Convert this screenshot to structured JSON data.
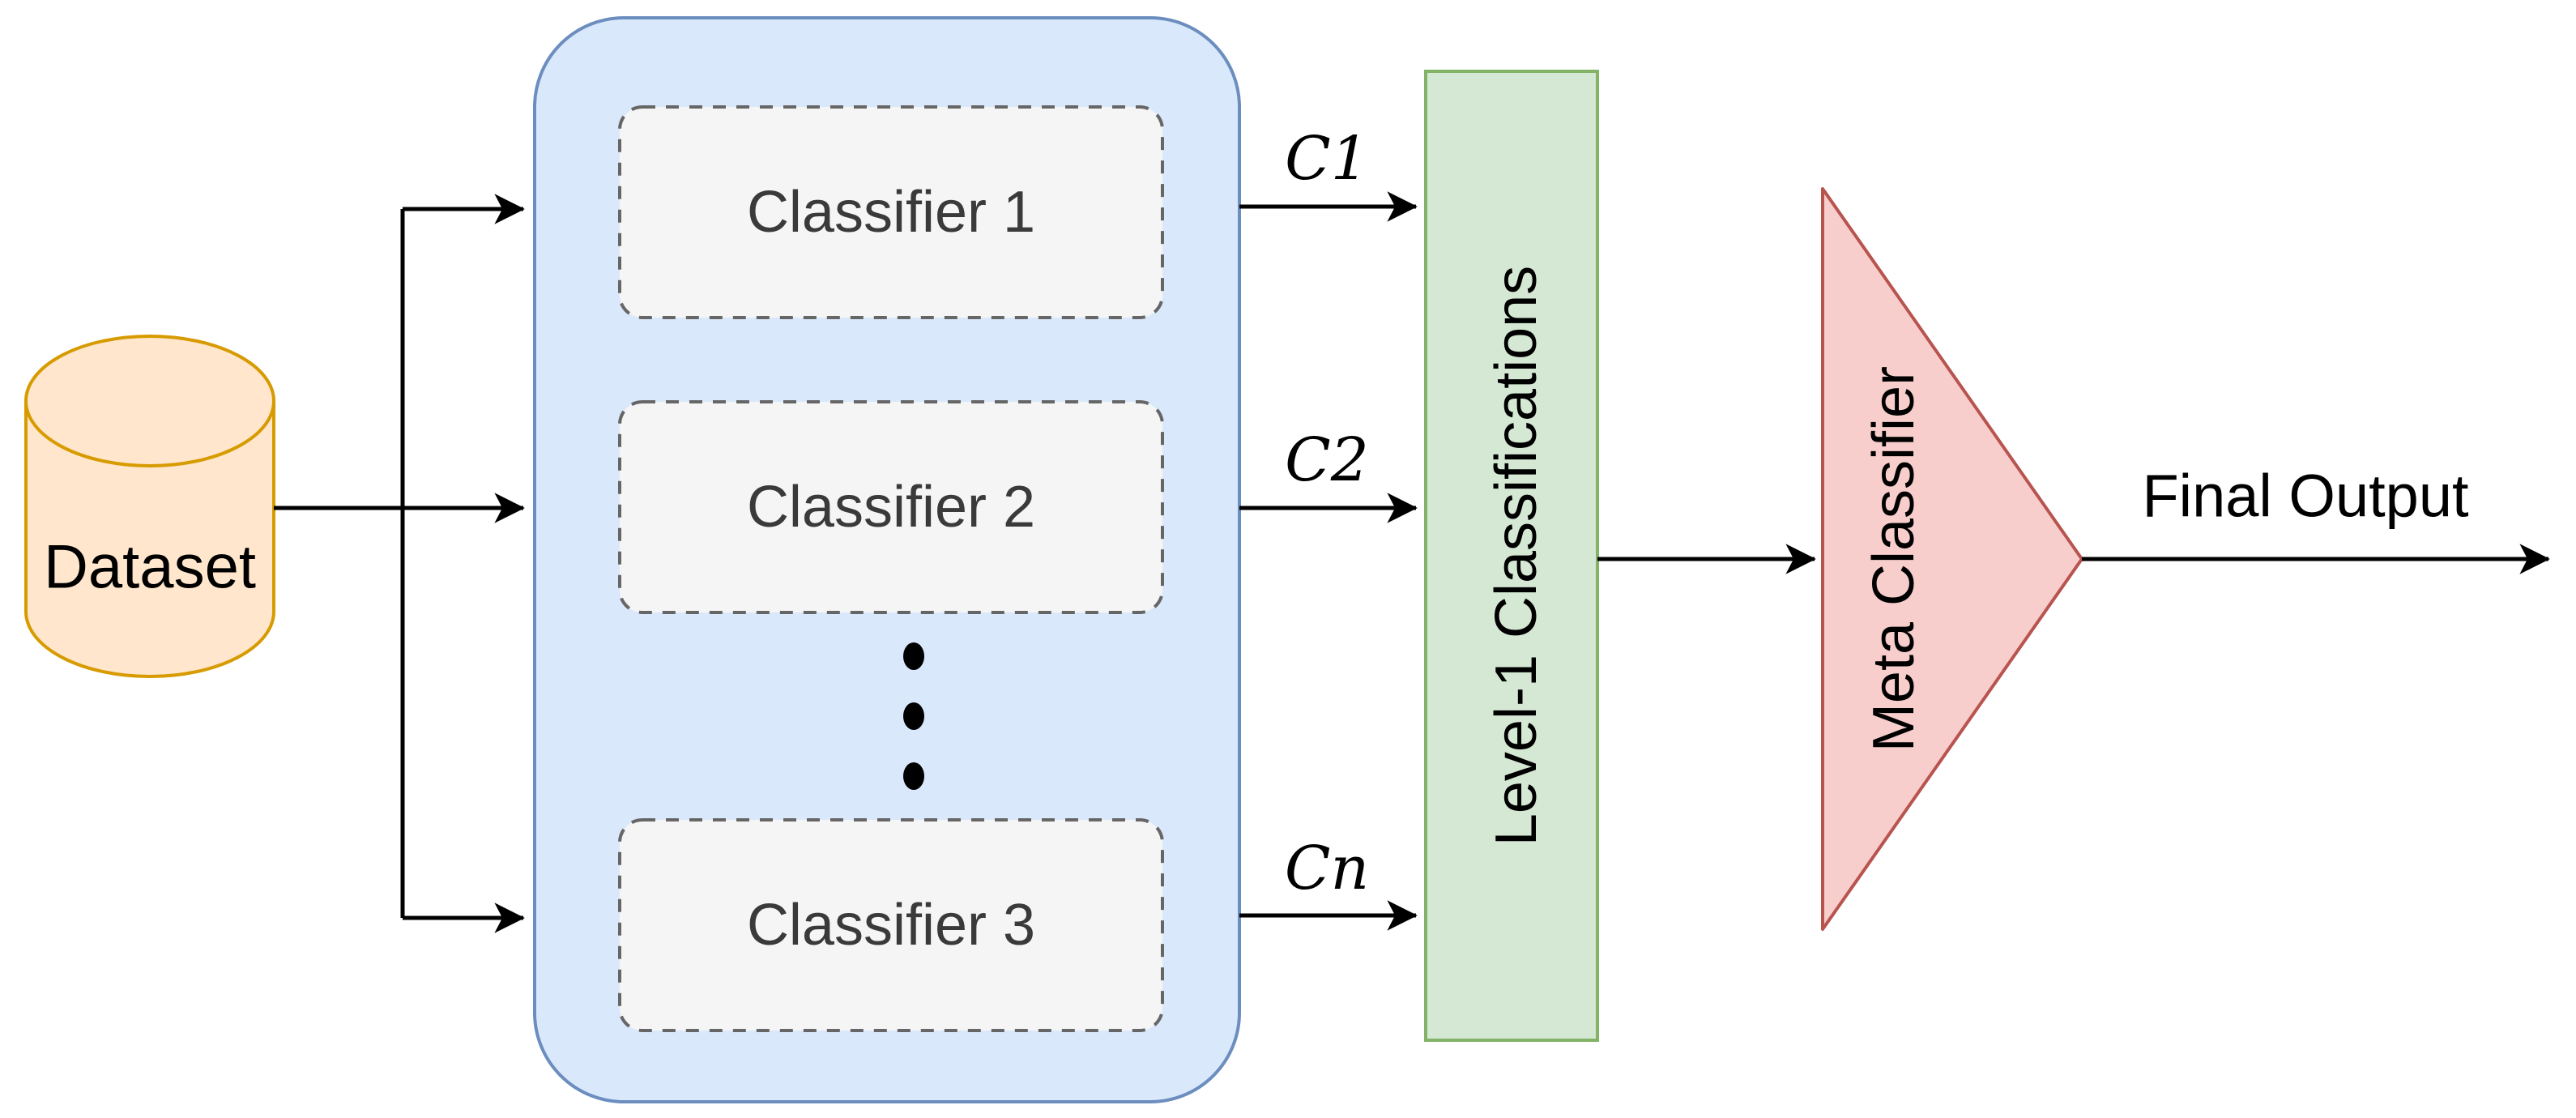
{
  "diagram": {
    "background_color": "#ffffff",
    "line_color": "#000000",
    "dataset": {
      "label": "Dataset",
      "fill": "#ffe6cc",
      "stroke": "#d79b00",
      "text_color": "#000000"
    },
    "ensemble_container": {
      "fill": "#dae8fc",
      "stroke": "#6c8ebf"
    },
    "classifier_box": {
      "fill": "#f5f5f5",
      "stroke": "#666666",
      "text_color": "#3a3a3a"
    },
    "classifiers": [
      {
        "label": "Classifier 1"
      },
      {
        "label": "Classifier 2"
      },
      {
        "label": "Classifier 3"
      }
    ],
    "ellipsis": {
      "dot_count": 3,
      "color": "#000000"
    },
    "outputs": [
      {
        "label": "C1"
      },
      {
        "label": "C2"
      },
      {
        "label": "Cn"
      }
    ],
    "level1": {
      "label": "Level-1 Classifications",
      "fill": "#d5e8d4",
      "stroke": "#82b366",
      "text_color": "#000000"
    },
    "meta": {
      "label": "Meta Classifier",
      "fill": "#f8cecc",
      "stroke": "#b85450",
      "text_color": "#000000"
    },
    "final_output": {
      "label": "Final Output",
      "text_color": "#000000"
    }
  }
}
